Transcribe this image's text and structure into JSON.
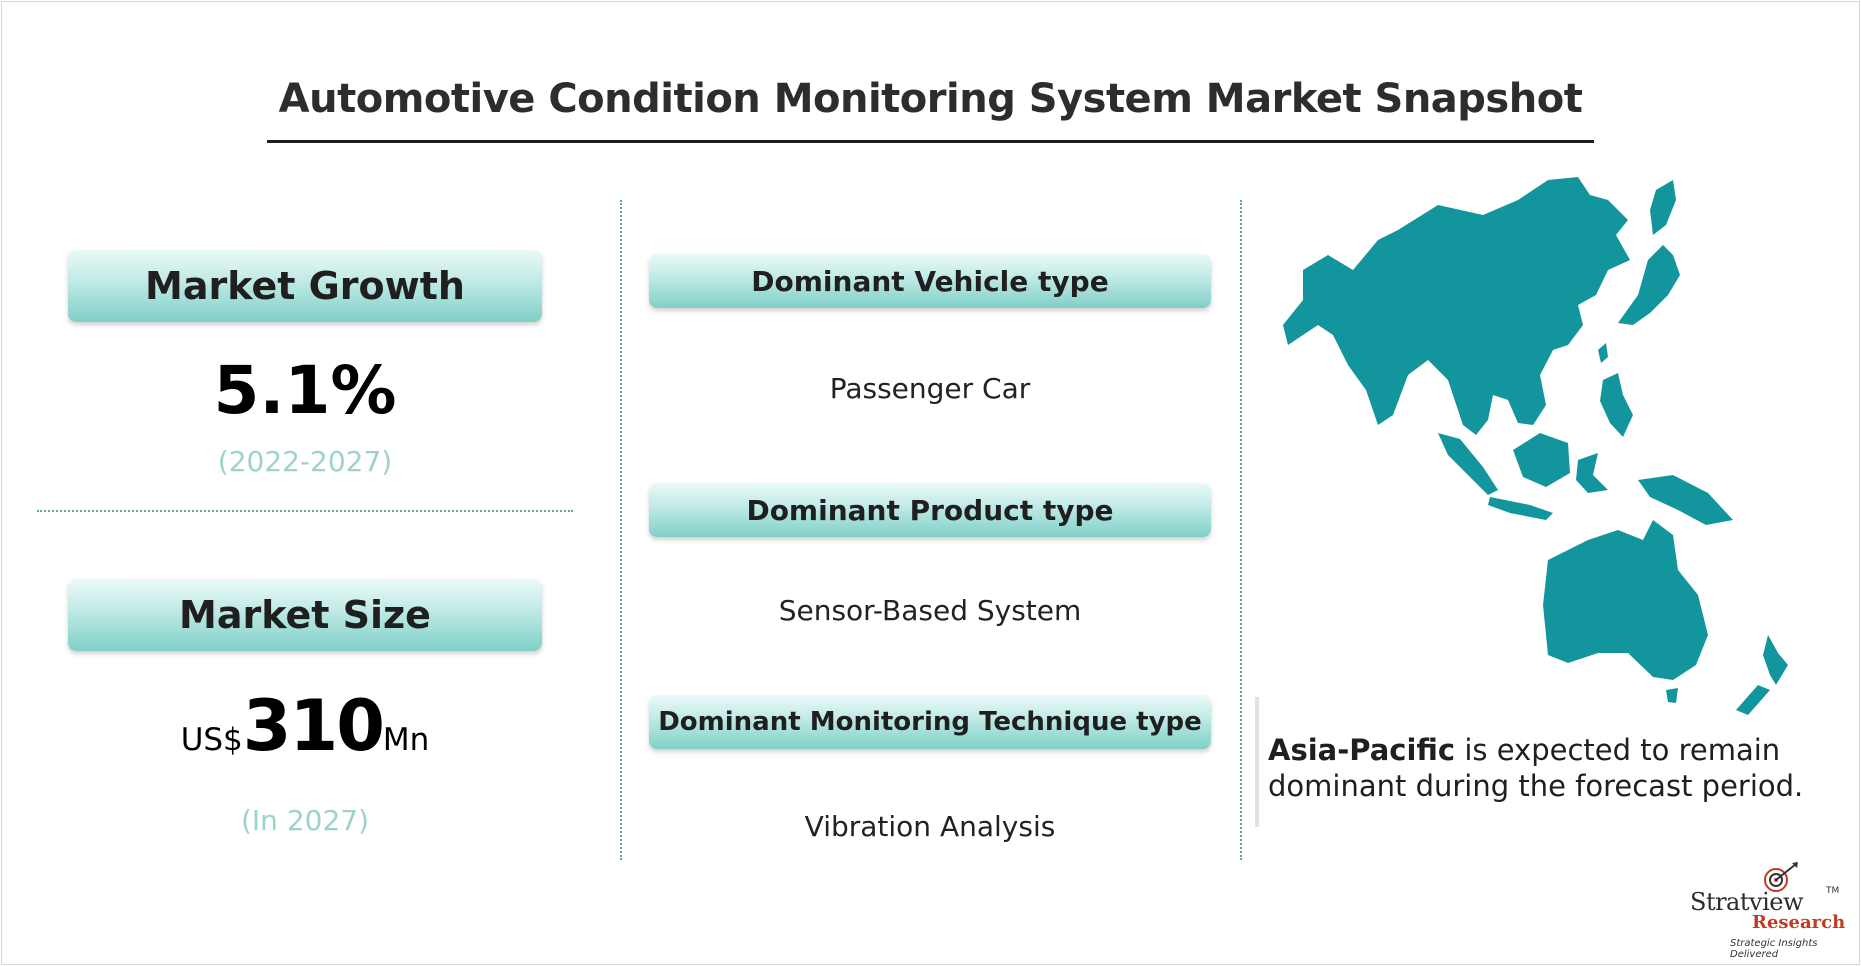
{
  "title": "Automotive Condition Monitoring System Market Snapshot",
  "growth": {
    "label": "Market Growth",
    "value": "5.1%",
    "period": "(2022-2027)"
  },
  "size": {
    "label": "Market Size",
    "currency": "US$",
    "value": "310",
    "unit": "Mn",
    "year": "(In 2027)"
  },
  "segments": [
    {
      "label": "Dominant Vehicle type",
      "value": "Passenger Car"
    },
    {
      "label": "Dominant Product type",
      "value": "Sensor-Based System"
    },
    {
      "label": "Dominant Monitoring Technique type",
      "value": "Vibration Analysis"
    }
  ],
  "region": {
    "name": "Asia-Pacific",
    "text": " is expected to remain dominant during the forecast period."
  },
  "map": {
    "icon": "asia-pacific-map-icon",
    "color": "#12959c"
  },
  "logo": {
    "name": "Stratview",
    "name2": "Research",
    "tm": "TM",
    "tagline": "Strategic Insights Delivered"
  }
}
